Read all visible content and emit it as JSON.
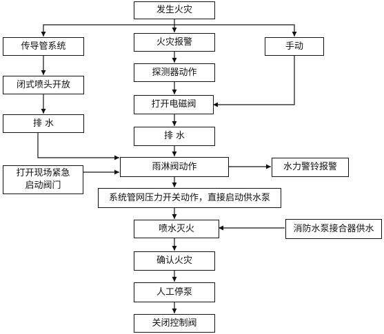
{
  "nodes": {
    "fire": "发生火灾",
    "transfer": "传导管系统",
    "alarm": "火灾报警",
    "manual": "手动",
    "sprinkler_open": "闭式喷头开放",
    "detector": "探测器动作",
    "drain_left": "排  水",
    "solenoid": "打开电磁阀",
    "drain_center": "排  水",
    "emergency_valve": "打开现场紧急\n启动阀门",
    "deluge_valve": "雨淋阀动作",
    "water_bell": "水力警铃报警",
    "pressure_switch": "系统管网压力开关动作，直接启动供水泵",
    "spray": "喷水灭火",
    "pump_adapter": "消防水泵接合器供水",
    "confirm": "确认火灾",
    "stop_pump": "人工停泵",
    "close_valve": "关闭控制阀"
  },
  "edges": [
    [
      "fire",
      "transfer"
    ],
    [
      "fire",
      "alarm"
    ],
    [
      "fire",
      "manual"
    ],
    [
      "transfer",
      "sprinkler_open"
    ],
    [
      "sprinkler_open",
      "drain_left"
    ],
    [
      "drain_left",
      "deluge_valve"
    ],
    [
      "alarm",
      "detector"
    ],
    [
      "detector",
      "solenoid"
    ],
    [
      "manual",
      "solenoid"
    ],
    [
      "solenoid",
      "drain_center"
    ],
    [
      "drain_center",
      "deluge_valve"
    ],
    [
      "emergency_valve",
      "deluge_valve"
    ],
    [
      "deluge_valve",
      "water_bell"
    ],
    [
      "deluge_valve",
      "pressure_switch"
    ],
    [
      "pressure_switch",
      "spray"
    ],
    [
      "pump_adapter",
      "spray"
    ],
    [
      "spray",
      "confirm"
    ],
    [
      "confirm",
      "stop_pump"
    ],
    [
      "stop_pump",
      "close_valve"
    ]
  ]
}
